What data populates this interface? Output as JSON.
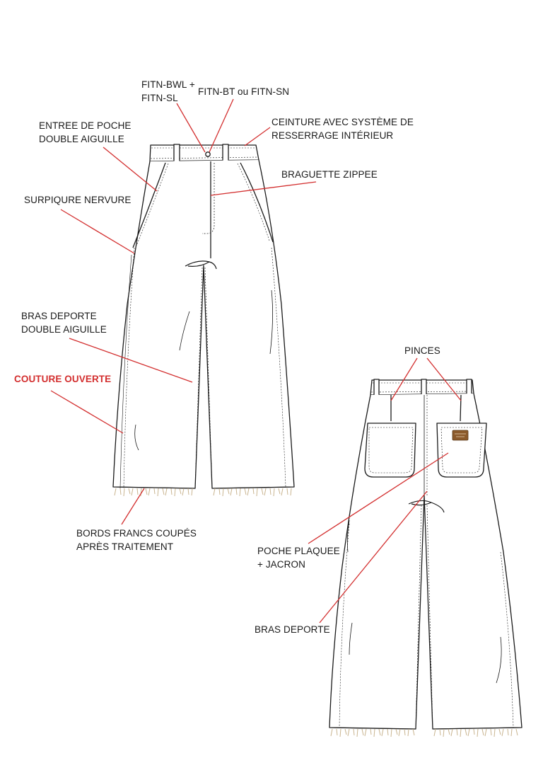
{
  "labels": {
    "fitn_bwl": "FITN-BWL +",
    "fitn_sl": "FITN-SL",
    "fitn_bt": "FITN-BT ou FITN-SN",
    "entree_poche_1": "ENTREE DE POCHE",
    "entree_poche_2": "DOUBLE AIGUILLE",
    "ceinture_1": "CEINTURE AVEC SYSTÈME DE",
    "ceinture_2": "RESSERRAGE INTÉRIEUR",
    "braguette": "BRAGUETTE ZIPPEE",
    "surpiqure": "SURPIQURE NERVURE",
    "bras_deporte_1": "BRAS DEPORTE",
    "bras_deporte_2": "DOUBLE AIGUILLE",
    "couture_ouverte": "COUTURE OUVERTE",
    "bords_francs_1": "BORDS FRANCS COUPÉS",
    "bords_francs_2": "APRÈS TRAITEMENT",
    "pinces": "PINCES",
    "poche_plaquee_1": "POCHE PLAQUEE",
    "poche_plaquee_2": "+ JACRON",
    "bras_deporte_back": "BRAS DEPORTE"
  },
  "colors": {
    "callout_line": "#d32f2f",
    "highlight_text": "#d32f2f",
    "garment_stroke": "#1a1a1a",
    "fringe": "#c9b48f",
    "patch": "#8b5a2b"
  }
}
